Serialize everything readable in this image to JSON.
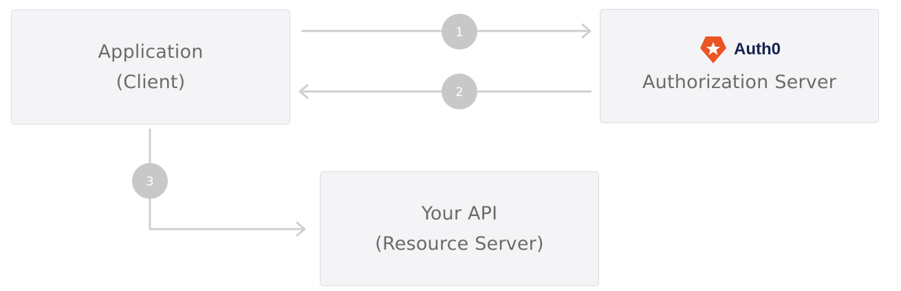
{
  "nodes": {
    "client": {
      "line1": "Application",
      "line2": "(Client)"
    },
    "auth_server": {
      "brand": "Auth0",
      "line1": "Authorization Server"
    },
    "api": {
      "line1": "Your API",
      "line2": "(Resource Server)"
    }
  },
  "steps": [
    {
      "number": "1",
      "from": "client",
      "to": "auth_server"
    },
    {
      "number": "2",
      "from": "auth_server",
      "to": "client"
    },
    {
      "number": "3",
      "from": "client",
      "to": "api"
    }
  ],
  "colors": {
    "box_fill": "#f4f4f7",
    "box_border": "#dcdce1",
    "arrow": "#cfcfcf",
    "step_badge": "#c8c8c8",
    "text": "#6b6b6b",
    "brand_text": "#16214d",
    "brand_logo": "#eb5424"
  },
  "icons": {
    "brand_logo": "auth0-shield-icon"
  }
}
